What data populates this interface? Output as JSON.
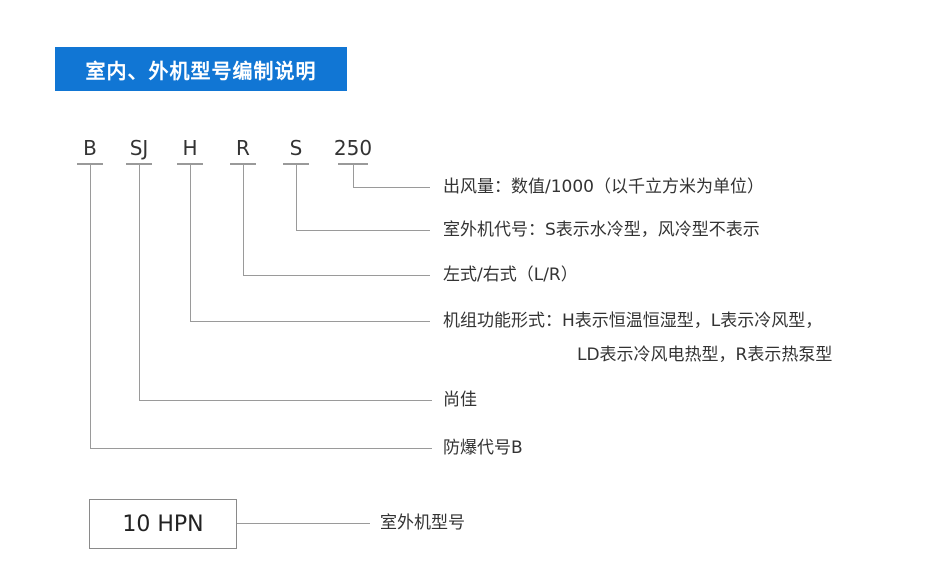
{
  "title": "室内、外机型号编制说明",
  "segments": [
    {
      "code": "B",
      "description": "防爆代号B"
    },
    {
      "code": "SJ",
      "description": "尚佳"
    },
    {
      "code": "H",
      "description": "机组功能形式：H表示恒温恒湿型，L表示冷风型，",
      "description_line2": "LD表示冷风电热型，R表示热泵型"
    },
    {
      "code": "R",
      "description": "左式/右式（L/R）"
    },
    {
      "code": "S",
      "description": "室外机代号：S表示水冷型，风冷型不表示"
    },
    {
      "code": "250",
      "description": "出风量：数值/1000（以千立方米为单位）"
    }
  ],
  "outdoor_unit": {
    "code": "10 HPN",
    "label": "室外机型号"
  },
  "colors": {
    "banner_blue": "#1176d4",
    "line_gray": "#9a9a9a",
    "text_dark": "#333333",
    "background": "#ffffff"
  }
}
